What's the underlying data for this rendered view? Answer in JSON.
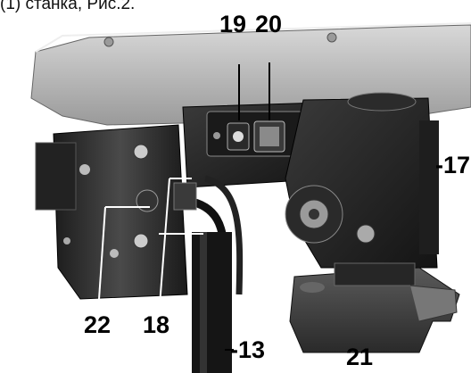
{
  "caption": "(1) станка, Рис.2.",
  "callouts": {
    "c19": "19",
    "c20": "20",
    "c17": "-17",
    "c22": "22",
    "c18": "18",
    "c13": "-13",
    "c21": "21"
  }
}
